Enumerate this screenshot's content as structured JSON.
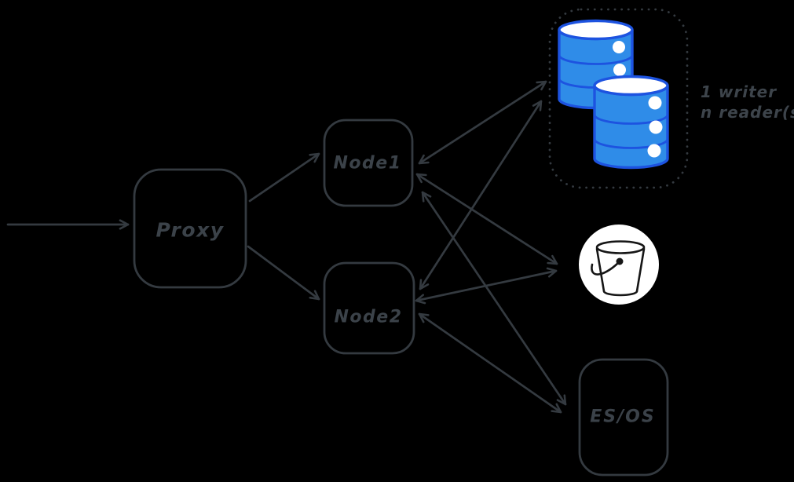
{
  "canvas": {
    "background": "#000000",
    "stroke_color": "#343a40",
    "db_fill": "#2f8ce8",
    "db_stroke": "#1d53e0",
    "bucket_bg": "#ffffff",
    "bucket_line": "#161616"
  },
  "nodes": {
    "proxy": {
      "label": "Proxy"
    },
    "node1": {
      "label": "Node1"
    },
    "node2": {
      "label": "Node2"
    },
    "esos": {
      "label": "ES/OS"
    },
    "database_cluster": {
      "note1": "1 writer",
      "note2": "n reader(s)",
      "cylinder_count": 2
    }
  },
  "connections": [
    {
      "from": "external-traffic",
      "to": "proxy",
      "bidirectional": false
    },
    {
      "from": "proxy",
      "to": "node1",
      "bidirectional": false
    },
    {
      "from": "proxy",
      "to": "node2",
      "bidirectional": false
    },
    {
      "from": "node1",
      "to": "database-cluster",
      "bidirectional": true
    },
    {
      "from": "node2",
      "to": "database-cluster",
      "bidirectional": true
    },
    {
      "from": "node1",
      "to": "bucket",
      "bidirectional": true
    },
    {
      "from": "node2",
      "to": "bucket",
      "bidirectional": true
    },
    {
      "from": "node1",
      "to": "es-os",
      "bidirectional": true
    },
    {
      "from": "node2",
      "to": "es-os",
      "bidirectional": true
    }
  ]
}
